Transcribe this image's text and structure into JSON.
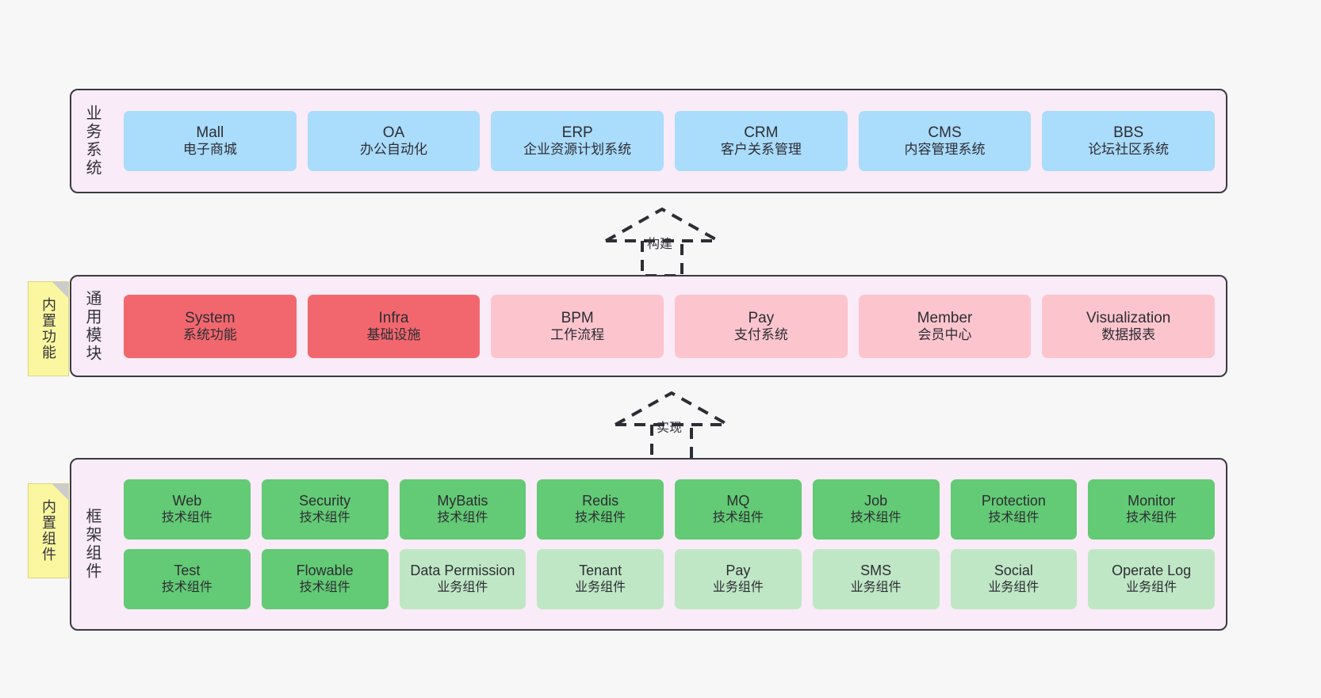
{
  "diagram": {
    "background": "#f7f7f7",
    "layer_fill": "#f9ebf7",
    "layer_border": "#3a3a42",
    "note_fill": "#fbf7a0"
  },
  "layers": [
    {
      "id": "business-systems",
      "title": "业务系统",
      "color": "#aadcfb",
      "boxes": [
        {
          "name": "Mall",
          "desc": "电子商城"
        },
        {
          "name": "OA",
          "desc": "办公自动化"
        },
        {
          "name": "ERP",
          "desc": "企业资源计划系统"
        },
        {
          "name": "CRM",
          "desc": "客户关系管理"
        },
        {
          "name": "CMS",
          "desc": "内容管理系统"
        },
        {
          "name": "BBS",
          "desc": "论坛社区系统"
        }
      ]
    },
    {
      "id": "common-modules",
      "title": "通用模块",
      "note": "内置功能",
      "boxes": [
        {
          "name": "System",
          "desc": "系统功能",
          "color": "#f2676e"
        },
        {
          "name": "Infra",
          "desc": "基础设施",
          "color": "#f2676e"
        },
        {
          "name": "BPM",
          "desc": "工作流程",
          "color": "#fcc5ce"
        },
        {
          "name": "Pay",
          "desc": "支付系统",
          "color": "#fcc5ce"
        },
        {
          "name": "Member",
          "desc": "会员中心",
          "color": "#fcc5ce"
        },
        {
          "name": "Visualization",
          "desc": "数据报表",
          "color": "#fcc5ce"
        }
      ]
    },
    {
      "id": "framework-components",
      "title": "框架组件",
      "note": "内置组件",
      "rows": [
        [
          {
            "name": "Web",
            "desc": "技术组件",
            "color": "#63ca75"
          },
          {
            "name": "Security",
            "desc": "技术组件",
            "color": "#63ca75"
          },
          {
            "name": "MyBatis",
            "desc": "技术组件",
            "color": "#63ca75"
          },
          {
            "name": "Redis",
            "desc": "技术组件",
            "color": "#63ca75"
          },
          {
            "name": "MQ",
            "desc": "技术组件",
            "color": "#63ca75"
          },
          {
            "name": "Job",
            "desc": "技术组件",
            "color": "#63ca75"
          },
          {
            "name": "Protection",
            "desc": "技术组件",
            "color": "#63ca75"
          },
          {
            "name": "Monitor",
            "desc": "技术组件",
            "color": "#63ca75"
          }
        ],
        [
          {
            "name": "Test",
            "desc": "技术组件",
            "color": "#63ca75"
          },
          {
            "name": "Flowable",
            "desc": "技术组件",
            "color": "#63ca75"
          },
          {
            "name": "Data Permission",
            "desc": "业务组件",
            "color": "#bfe7c5"
          },
          {
            "name": "Tenant",
            "desc": "业务组件",
            "color": "#bfe7c5"
          },
          {
            "name": "Pay",
            "desc": "业务组件",
            "color": "#bfe7c5"
          },
          {
            "name": "SMS",
            "desc": "业务组件",
            "color": "#bfe7c5"
          },
          {
            "name": "Social",
            "desc": "业务组件",
            "color": "#bfe7c5"
          },
          {
            "name": "Operate Log",
            "desc": "业务组件",
            "color": "#bfe7c5"
          }
        ]
      ]
    }
  ],
  "connectors": [
    {
      "id": "build",
      "label": "构建"
    },
    {
      "id": "implement",
      "label": "实现"
    }
  ]
}
